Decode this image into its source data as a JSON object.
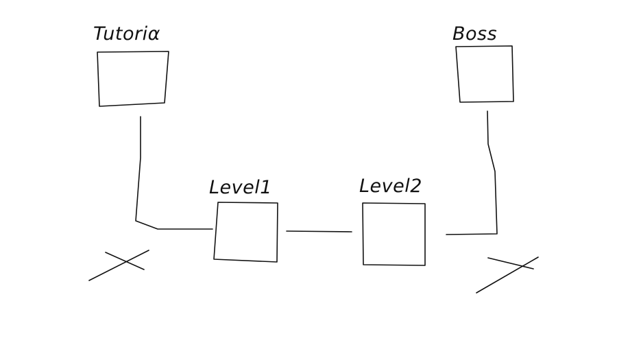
{
  "diagram": {
    "nodes": [
      {
        "id": "tutorial",
        "label": "Tutoriα"
      },
      {
        "id": "level1",
        "label": "Level1"
      },
      {
        "id": "level2",
        "label": "Level2"
      },
      {
        "id": "boss",
        "label": "Boss"
      }
    ],
    "edges": [
      {
        "from": "tutorial",
        "to": "level1"
      },
      {
        "from": "level1",
        "to": "level2"
      },
      {
        "from": "level2",
        "to": "boss"
      }
    ],
    "markers": [
      {
        "id": "cross-left",
        "symbol": "X"
      },
      {
        "id": "cross-right",
        "symbol": "X"
      }
    ],
    "colors": {
      "ink": "#111111",
      "background": "#ffffff"
    }
  }
}
